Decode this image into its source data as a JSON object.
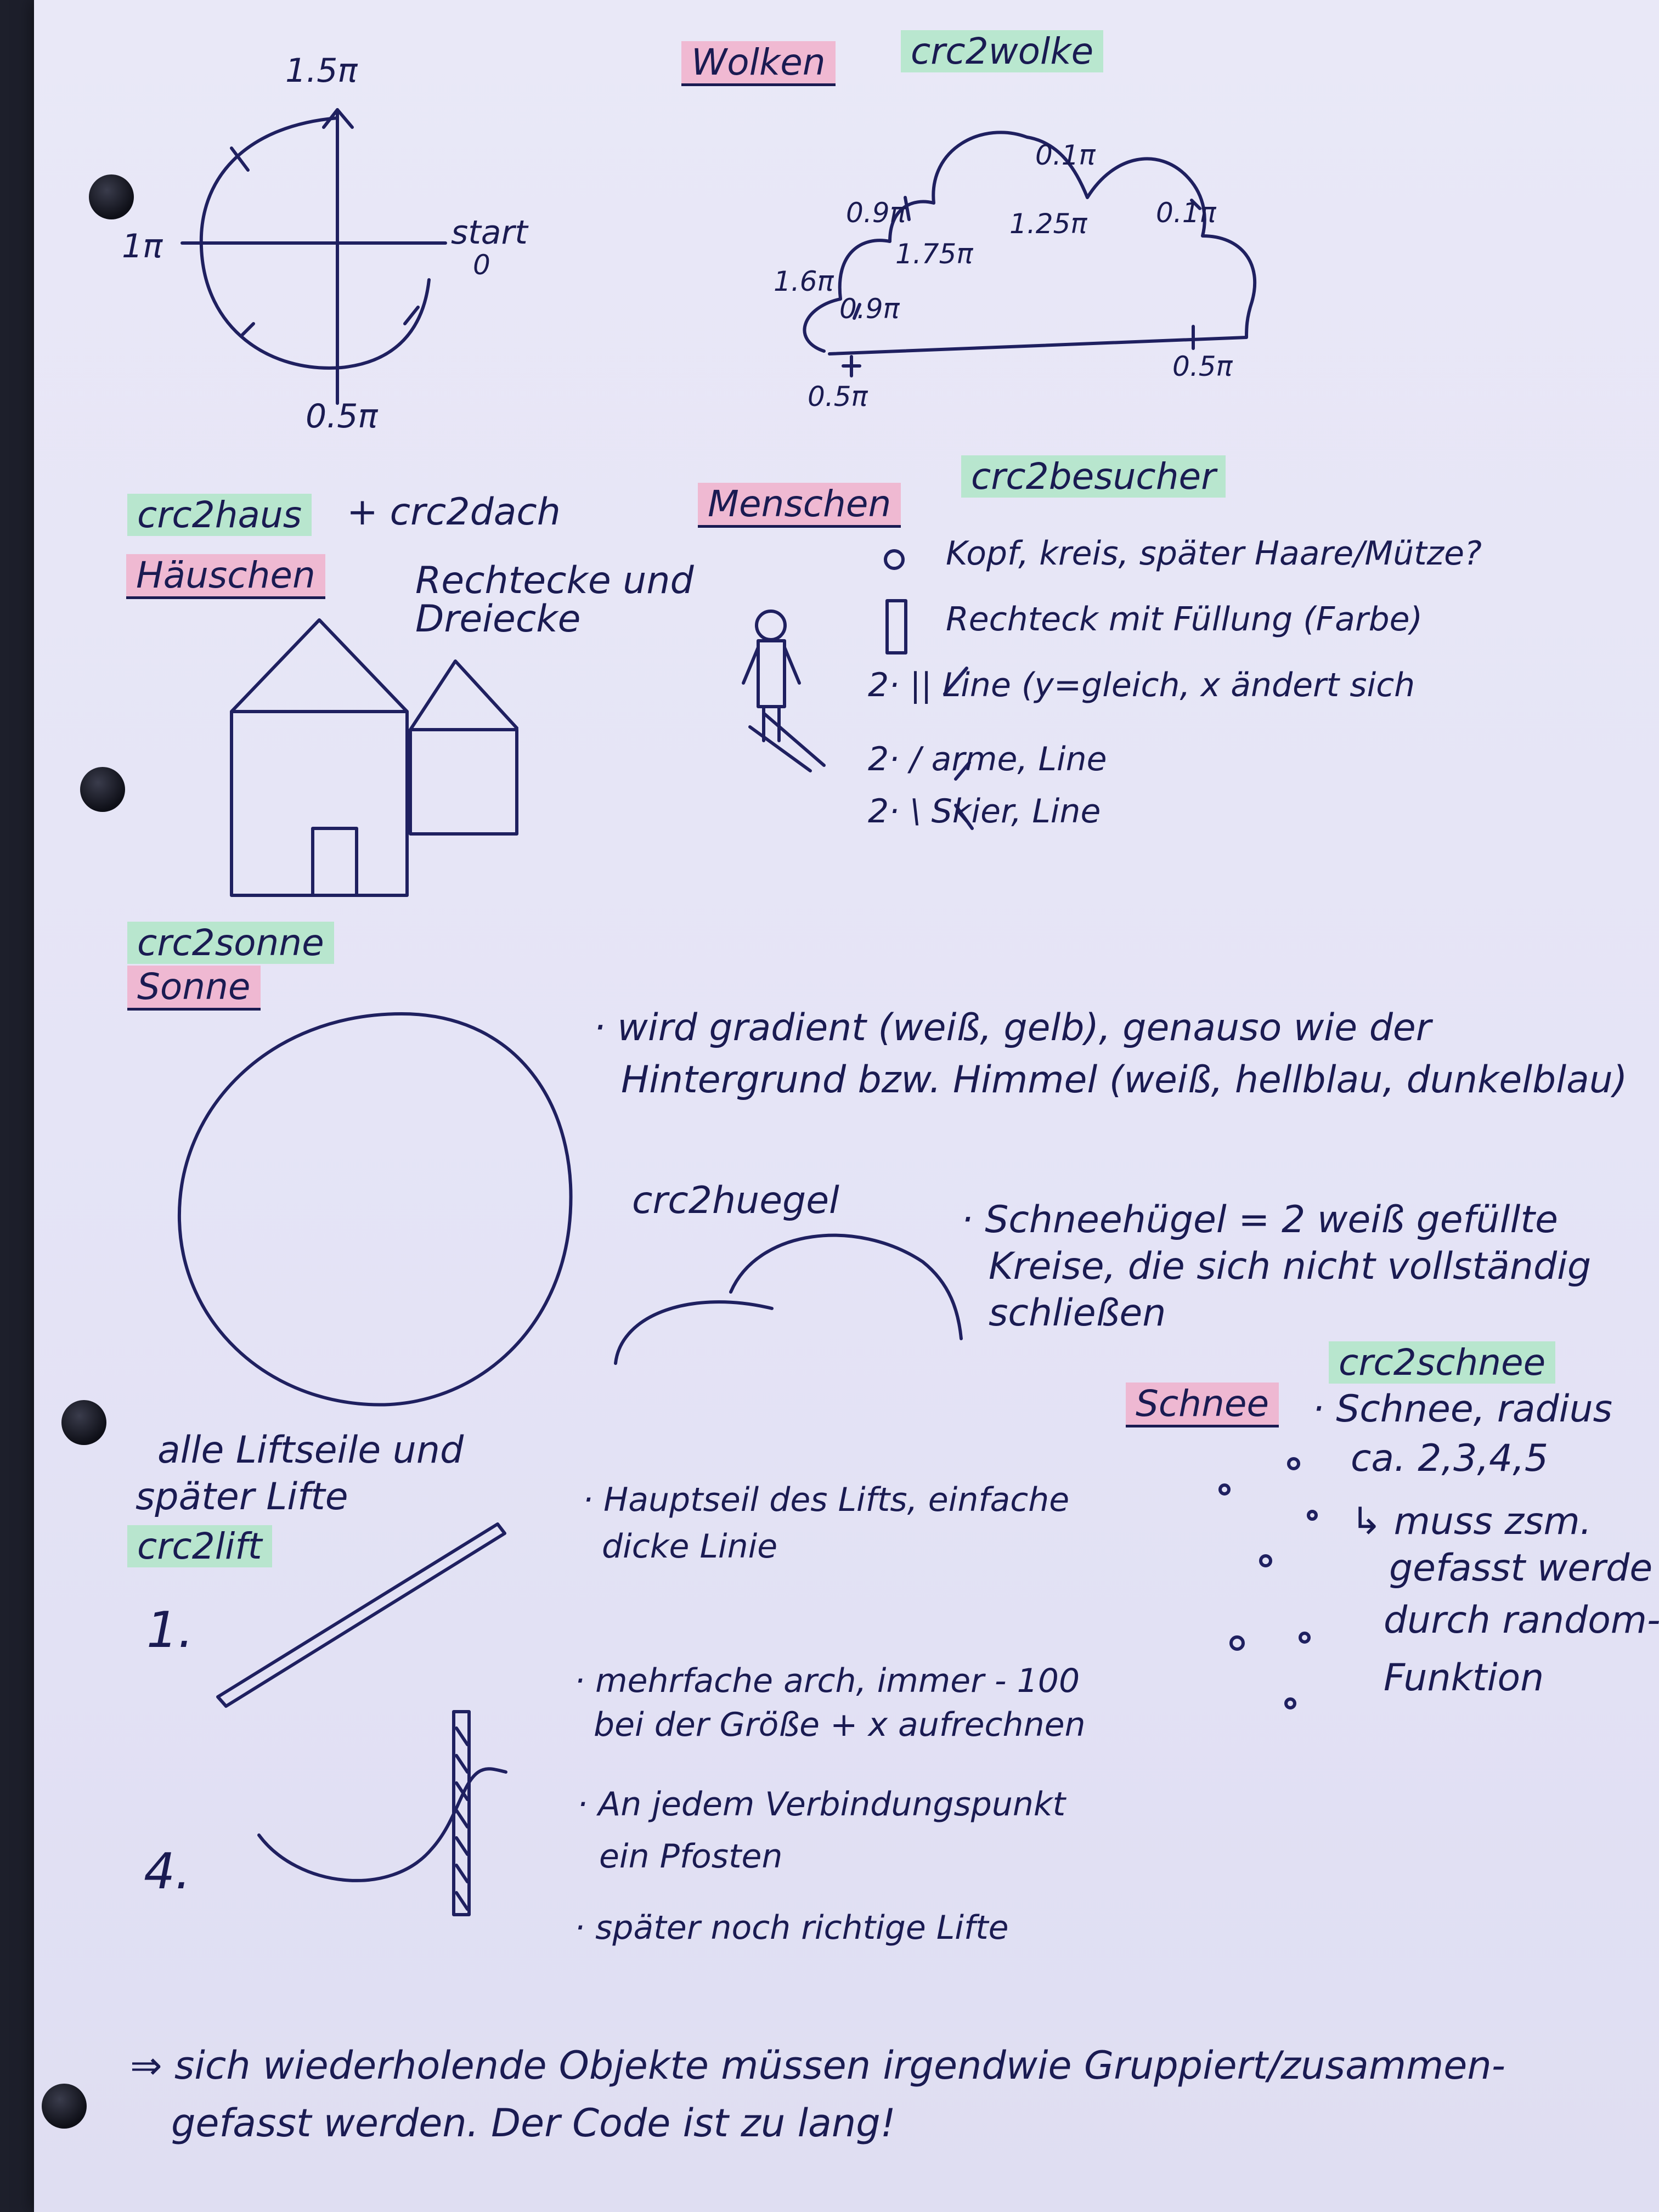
{
  "circle_diagram": {
    "top": "1.5π",
    "left": "1π",
    "bottom": "0.5π",
    "start": "start",
    "start_zero": "0"
  },
  "clouds": {
    "label": "Wolken",
    "code": "crc2wolke",
    "marks": {
      "a": "0.1π",
      "b": "0.9π",
      "c": "1.25π",
      "d": "0.1π",
      "e": "1.75π",
      "f": "1.6π",
      "g": "0.9π",
      "h": "0.5π",
      "i": "0.5π"
    }
  },
  "houses": {
    "code": "crc2haus",
    "plus": "+ crc2dach",
    "label": "Häuschen",
    "desc_line1": "Rechtecke und",
    "desc_line2": "Dreiecke"
  },
  "people": {
    "label": "Menschen",
    "code": "crc2besucher",
    "items": [
      "Kopf, kreis, später Haare/Mütze?",
      "Rechteck mit Füllung (Farbe)",
      "2· || Line (y=gleich, x ändert sich",
      "2· /  arme, Line",
      "2· \\  Skier, Line"
    ]
  },
  "sun": {
    "code": "crc2sonne",
    "label": "Sonne",
    "note_line1": "· wird gradient (weiß, gelb), genauso wie der",
    "note_line2": "Hintergrund bzw. Himmel (weiß, hellblau, dunkelblau)"
  },
  "hills": {
    "code": "crc2huegel",
    "note_line1": "· Schneehügel = 2 weiß gefüllte",
    "note_line2": "Kreise, die sich nicht vollständig",
    "note_line3": "schließen"
  },
  "snow": {
    "code": "crc2schnee",
    "label": "Schnee",
    "line1": "· Schnee, radius",
    "line2": "ca. 2,3,4,5",
    "line3": "↳ muss zsm.",
    "line4": "gefasst werde",
    "line5": "durch random-",
    "line6": "Funktion"
  },
  "lift": {
    "line1": "alle Liftseile und",
    "line2": "später Lifte",
    "code": "crc2lift",
    "num1": "1.",
    "num4": "4.",
    "note1_line1": "· Hauptseil des Lifts, einfache",
    "note1_line2": "dicke Linie",
    "note2_line1": "· mehrfache arch, immer - 100",
    "note2_line2": "bei der Größe + x aufrechnen",
    "note3_line1": "· An jedem Verbindungspunkt",
    "note3_line2": "ein Pfosten",
    "note4": "· später noch richtige Lifte"
  },
  "conclusion": {
    "line1": "⇒ sich wiederholende Objekte müssen irgendwie Gruppiert/zusammen-",
    "line2": "gefasst werden. Der Code ist zu lang!"
  },
  "colors": {
    "ink": "#1a1b52",
    "highlight_pink": "#f1aac6",
    "highlight_green": "#ade6c4",
    "paper": "#e7e6f6"
  }
}
